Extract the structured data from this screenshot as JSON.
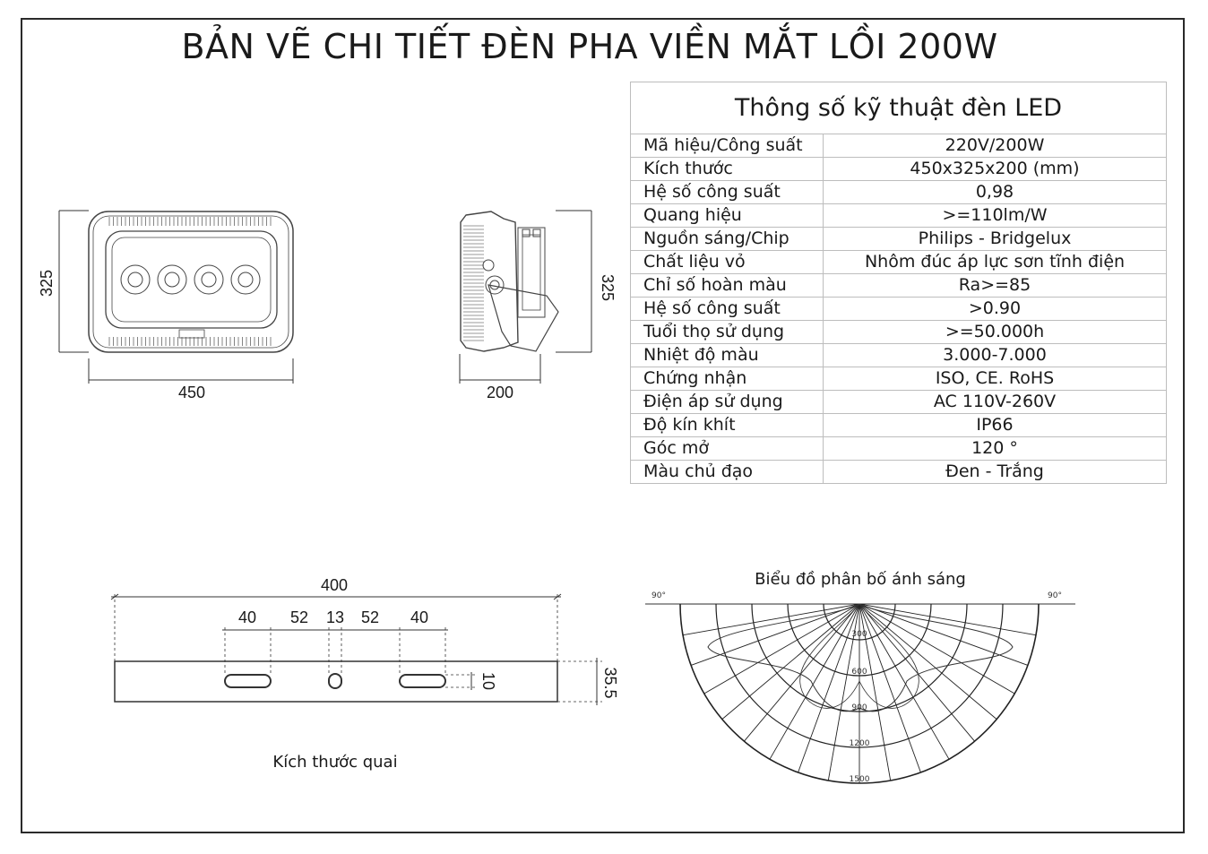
{
  "title": "BẢN VẼ CHI TIẾT ĐÈN PHA VIỀN MẮT LỒI 200W",
  "spec_table": {
    "header": "Thông số kỹ thuật đèn LED",
    "rows": [
      {
        "label": "Mã hiệu/Công suất",
        "value": "220V/200W"
      },
      {
        "label": "Kích thước",
        "value": "450x325x200 (mm)"
      },
      {
        "label": "Hệ số công suất",
        "value": "0,98"
      },
      {
        "label": "Quang hiệu",
        "value": ">=110lm/W"
      },
      {
        "label": "Nguồn sáng/Chip",
        "value": "Philips - Bridgelux"
      },
      {
        "label": "Chất liệu vỏ",
        "value": "Nhôm đúc áp lực sơn tĩnh điện"
      },
      {
        "label": "Chỉ số hoàn màu",
        "value": "Ra>=85"
      },
      {
        "label": "Hệ số công suất",
        "value": ">0.90"
      },
      {
        "label": "Tuổi thọ sử dụng",
        "value": ">=50.000h"
      },
      {
        "label": "Nhiệt độ màu",
        "value": "3.000-7.000"
      },
      {
        "label": "Chứng nhận",
        "value": "ISO, CE. RoHS"
      },
      {
        "label": "Điện áp sử dụng",
        "value": "AC 110V-260V"
      },
      {
        "label": "Độ kín khít",
        "value": "IP66"
      },
      {
        "label": "Góc mở",
        "value": "120 °"
      },
      {
        "label": "Màu chủ đạo",
        "value": "Đen - Trắng"
      }
    ]
  },
  "front_view": {
    "width_label": "450",
    "height_label": "325"
  },
  "side_view": {
    "width_label": "200",
    "height_label": "325"
  },
  "bracket": {
    "caption": "Kích thước quai",
    "total_label": "400",
    "segments": [
      "40",
      "52",
      "13",
      "52",
      "40"
    ],
    "slot_height_label": "10",
    "height_label": "35.5"
  },
  "light_chart": {
    "caption": "Biểu đồ phân bố ánh sáng",
    "left_angle": "90°",
    "right_angle": "90°",
    "rings": [
      "300",
      "600",
      "900",
      "1200",
      "1500"
    ]
  }
}
